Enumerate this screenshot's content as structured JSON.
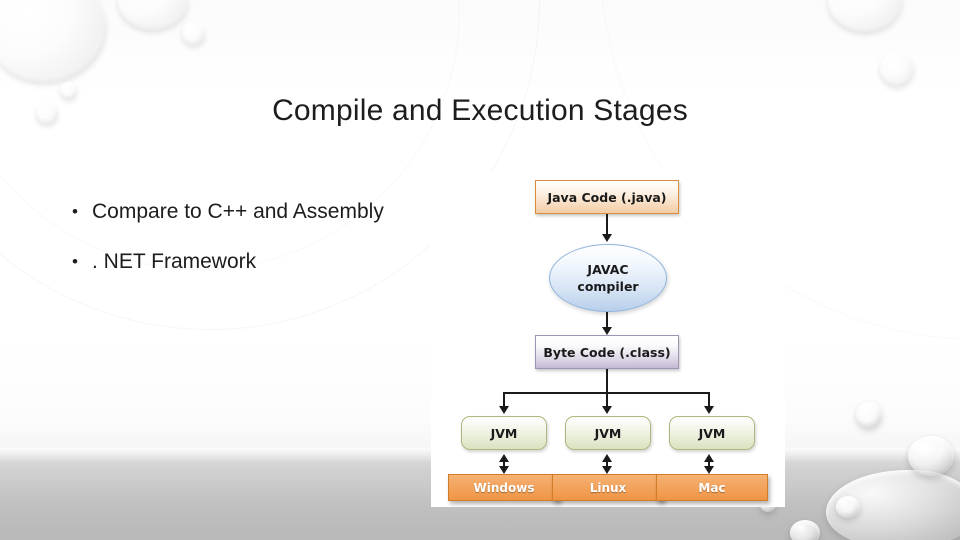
{
  "slide": {
    "title": "Compile and Execution Stages",
    "bullets": [
      {
        "marker": "•",
        "text": "Compare to C++ and Assembly"
      },
      {
        "marker": "•",
        "text": ". NET Framework"
      }
    ]
  },
  "diagram": {
    "name": "java-compile-execution-flow",
    "nodes": {
      "java_code": "Java Code (.java)",
      "compiler_line1": "JAVAC",
      "compiler_line2": "compiler",
      "byte_code": "Byte Code (.class)",
      "jvm": [
        "JVM",
        "JVM",
        "JVM"
      ],
      "platforms": [
        "Windows",
        "Linux",
        "Mac"
      ]
    },
    "colors": {
      "java_code_border": "#d98c3c",
      "java_code_fill": "#f7d9bb",
      "compiler_border": "#8fb4dd",
      "compiler_fill": "#c3d7ef",
      "byte_code_border": "#a095b4",
      "byte_code_fill": "#c4b9d4",
      "jvm_border": "#aab97e",
      "jvm_fill": "#e6ecd4",
      "platform_border": "#d07c28",
      "platform_fill": "#f3a45f",
      "connector": "#1a1a1a"
    }
  },
  "theme": {
    "background": "#ffffff",
    "band": "#bcbcbc",
    "text": "#1d1d1d"
  }
}
